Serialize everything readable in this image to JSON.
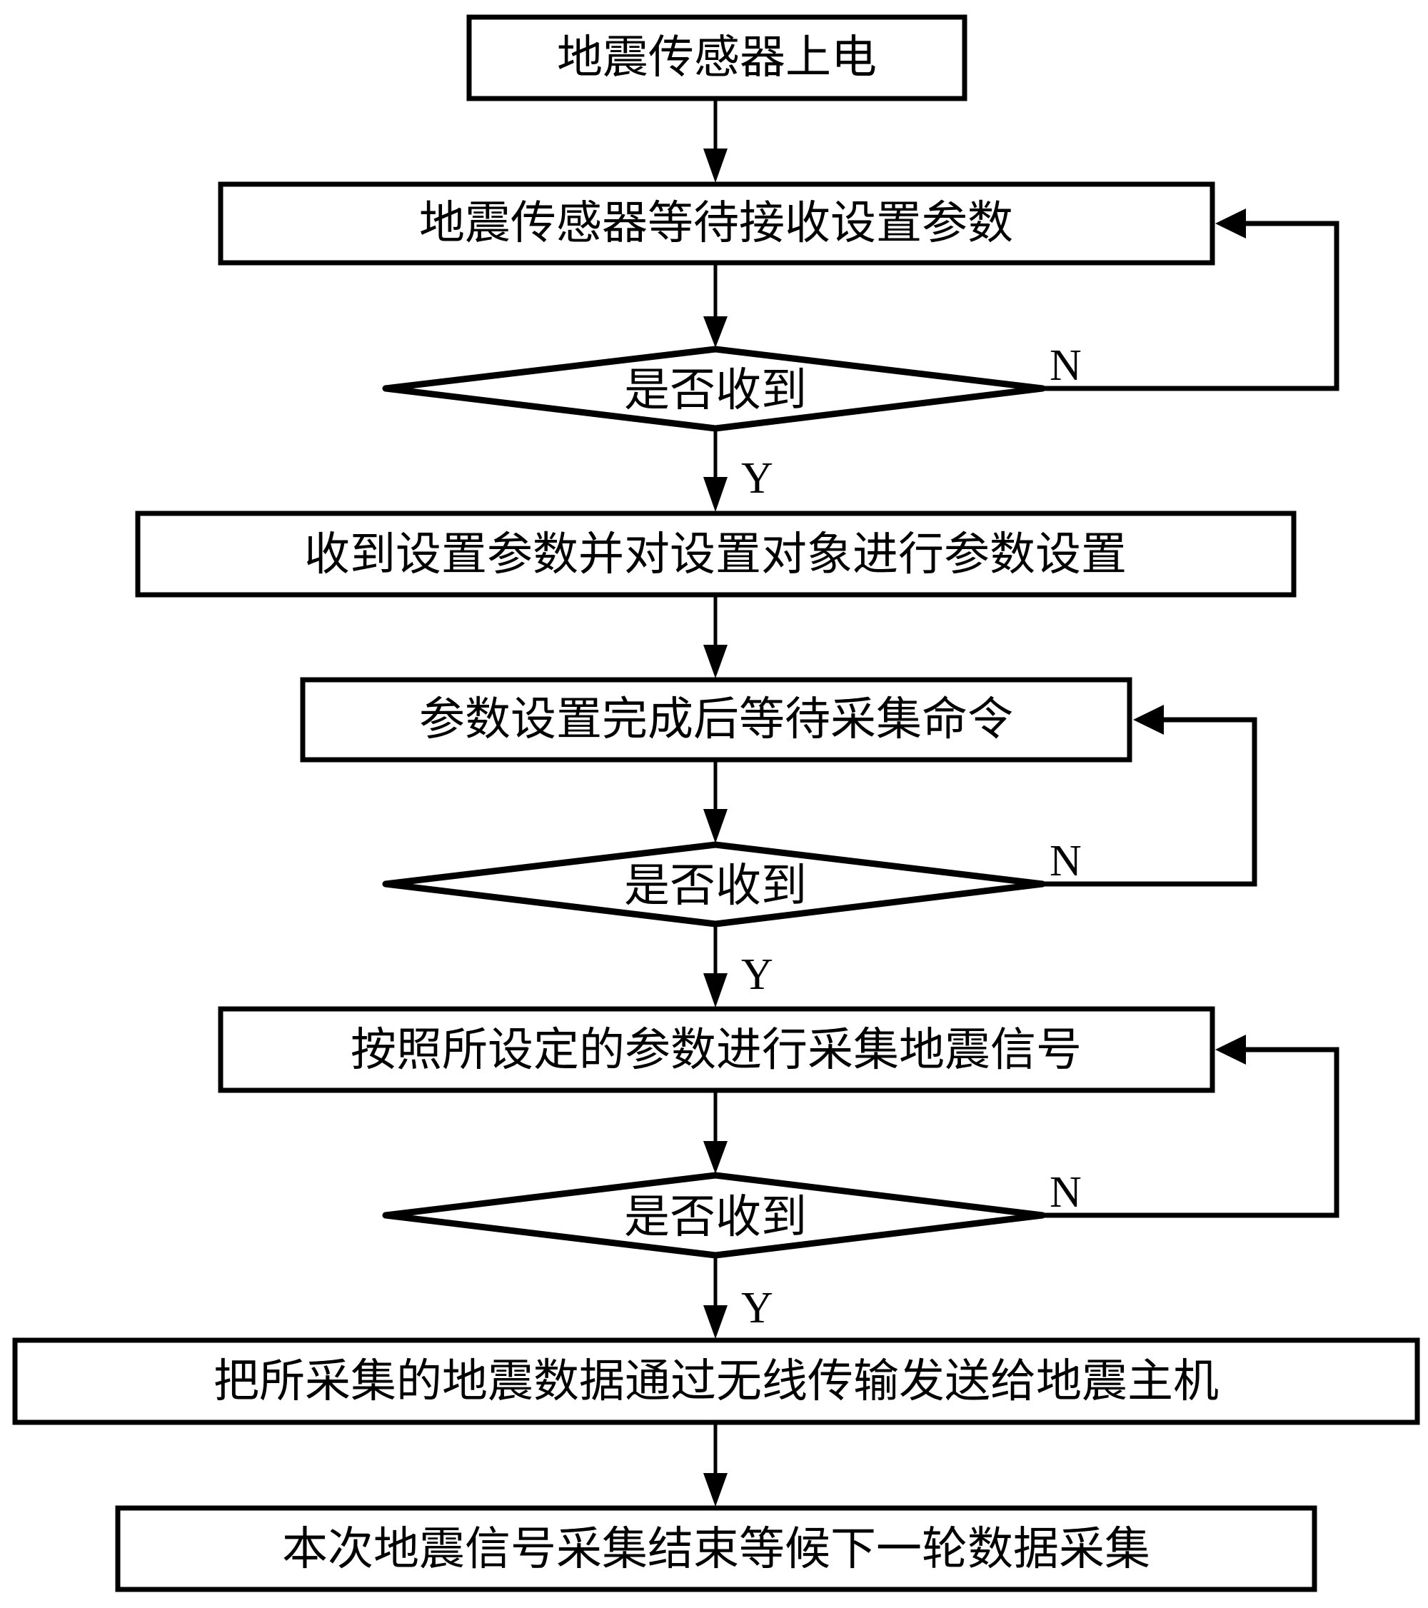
{
  "flowchart": {
    "steps": [
      {
        "id": "power_on",
        "type": "process",
        "text": "地震传感器上电"
      },
      {
        "id": "wait_params",
        "type": "process",
        "text": "地震传感器等待接收设置参数"
      },
      {
        "id": "decision_1",
        "type": "decision",
        "text": "是否收到"
      },
      {
        "id": "apply_params",
        "type": "process",
        "text": "收到设置参数并对设置对象进行参数设置"
      },
      {
        "id": "wait_command",
        "type": "process",
        "text": "参数设置完成后等待采集命令"
      },
      {
        "id": "decision_2",
        "type": "decision",
        "text": "是否收到"
      },
      {
        "id": "acquire",
        "type": "process",
        "text": "按照所设定的参数进行采集地震信号"
      },
      {
        "id": "decision_3",
        "type": "decision",
        "text": "是否收到"
      },
      {
        "id": "transmit",
        "type": "process",
        "text": "把所采集的地震数据通过无线传输发送给地震主机"
      },
      {
        "id": "finish",
        "type": "process",
        "text": "本次地震信号采集结束等候下一轮数据采集"
      }
    ],
    "yes_label": "Y",
    "no_label": "N",
    "edges": [
      {
        "from": "power_on",
        "to": "wait_params"
      },
      {
        "from": "wait_params",
        "to": "decision_1"
      },
      {
        "from": "decision_1",
        "to": "apply_params",
        "label": "Y"
      },
      {
        "from": "decision_1",
        "to": "wait_params",
        "label": "N"
      },
      {
        "from": "apply_params",
        "to": "wait_command"
      },
      {
        "from": "wait_command",
        "to": "decision_2"
      },
      {
        "from": "decision_2",
        "to": "acquire",
        "label": "Y"
      },
      {
        "from": "decision_2",
        "to": "wait_command",
        "label": "N"
      },
      {
        "from": "acquire",
        "to": "decision_3"
      },
      {
        "from": "decision_3",
        "to": "transmit",
        "label": "Y"
      },
      {
        "from": "decision_3",
        "to": "acquire",
        "label": "N"
      },
      {
        "from": "transmit",
        "to": "finish"
      }
    ]
  }
}
